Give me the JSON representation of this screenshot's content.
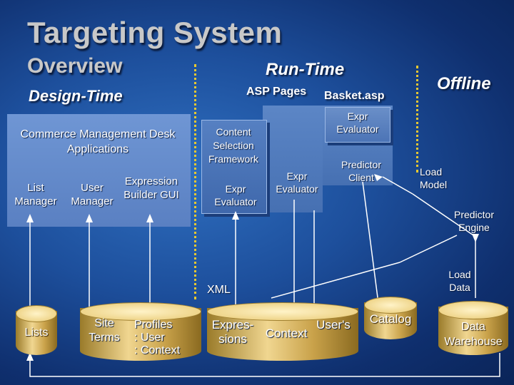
{
  "title": "Targeting System",
  "subtitle": "Overview",
  "sections": {
    "design": "Design-Time",
    "run": "Run-Time",
    "offline": "Offline"
  },
  "design_panel": {
    "heading": "Commerce Management Desk Applications",
    "list_manager": "List Manager",
    "user_manager": "User Manager",
    "expr_builder": "Expression Builder GUI"
  },
  "run": {
    "asp_pages": "ASP Pages",
    "basket": "Basket.asp",
    "expr_eval_top": "Expr Evaluator",
    "predictor_client": "Predictor Client",
    "expr_eval_mid": "Expr Evaluator",
    "content_selection": "Content Selection Framework",
    "expr_eval_left": "Expr Evaluator"
  },
  "offline": {
    "load_model": "Load Model",
    "predictor_engine": "Predictor Engine",
    "load_data": "Load Data"
  },
  "xml": "XML",
  "stores": {
    "lists": "Lists",
    "site_terms": "Site Terms",
    "profiles": "Profiles",
    "user_ctx": ": User",
    "context_ctx": ": Context",
    "expressions": "Expres- sions",
    "context": "Context",
    "users": "User's",
    "catalog": "Catalog",
    "warehouse": "Data Warehouse"
  }
}
